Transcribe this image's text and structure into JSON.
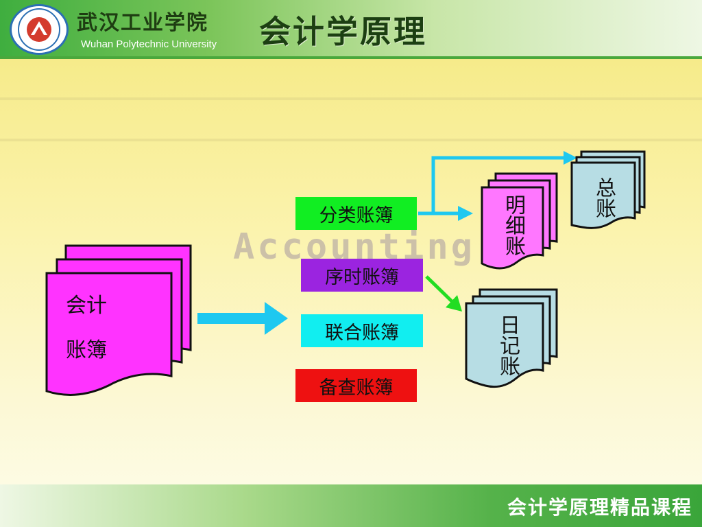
{
  "header": {
    "university_cn": "武汉工业学院",
    "university_en": "Wuhan Polytechnic University",
    "course_title": "会计学原理"
  },
  "watermark": "Accounting",
  "diagram": {
    "source_book": {
      "line1": "会计",
      "line2": "账簿"
    },
    "categories": [
      {
        "label": "分类账簿",
        "color": "#11ee22"
      },
      {
        "label": "序时账簿",
        "color": "#9b24e0"
      },
      {
        "label": "联合账簿",
        "color": "#11eef0"
      },
      {
        "label": "备查账簿",
        "color": "#ee1111"
      }
    ],
    "ledgers": {
      "general": "总账",
      "detail": "明细账",
      "journal": "日记账"
    }
  },
  "footer": {
    "title": "会计学原理精品课程"
  },
  "colors": {
    "book_magenta": "#ff33ff",
    "book_blue": "#b7dde4",
    "arrow_blue": "#1ec8f0",
    "arrow_green": "#22dd22"
  }
}
